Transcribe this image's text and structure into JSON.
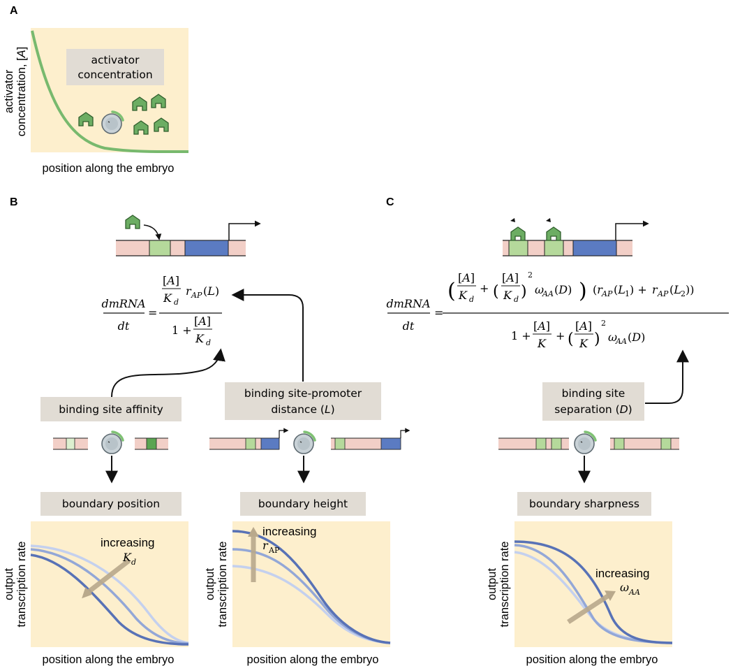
{
  "panels": {
    "a": "A",
    "b": "B",
    "c": "C"
  },
  "panel_a": {
    "ylabel_line1": "activator",
    "ylabel_line2": "concentration, [",
    "ylabel_var": "A",
    "ylabel_close": "]",
    "xlabel": "position along the embryo",
    "box_line1": "activator",
    "box_line2": "concentration"
  },
  "panel_b": {
    "eq_lhs_num": "dmRNA",
    "eq_lhs_den": "dt",
    "eq_equals": "=",
    "affinity": {
      "box_label": "binding site affinity",
      "effect_label": "boundary position",
      "annotation": "increasing",
      "annotation_var": "K",
      "annotation_sub": "d",
      "ylabel_line1": "output",
      "ylabel_line2": "transcription rate",
      "xlabel": "position along the embryo"
    },
    "distance": {
      "box_line1": "binding site-promoter",
      "box_line2_pre": "distance (",
      "box_line2_var": "L",
      "box_line2_post": ")",
      "effect_label": "boundary height",
      "annotation": "increasing",
      "annotation_var": "r",
      "annotation_sub": "AP",
      "ylabel_line1": "output",
      "ylabel_line2": "transcription rate",
      "xlabel": "position along the embryo"
    }
  },
  "panel_c": {
    "eq_lhs_num": "dmRNA",
    "eq_lhs_den": "dt",
    "eq_equals": "=",
    "separation": {
      "box_line1": "binding site",
      "box_line2_pre": "separation (",
      "box_line2_var": "D",
      "box_line2_post": ")",
      "effect_label": "boundary sharpness",
      "annotation": "increasing",
      "annotation_var": "ω",
      "annotation_sub": "AA",
      "ylabel_line1": "output",
      "ylabel_line2": "transcription rate",
      "xlabel": "position along the embryo"
    }
  },
  "colors": {
    "plot_bg": "#fdefcd",
    "label_box": "#e1dcd4",
    "activator_curve": "#78b96e",
    "activator_fill": "#6cad63",
    "dna_pink": "#f2cfc7",
    "site_green": "#b5d99b",
    "promoter_blue": "#5b7bc2",
    "curve_dark": "#5872b6",
    "curve_mid": "#93a7d7",
    "curve_light": "#c4d0ee",
    "arrow_tan": "#b9a98c"
  }
}
